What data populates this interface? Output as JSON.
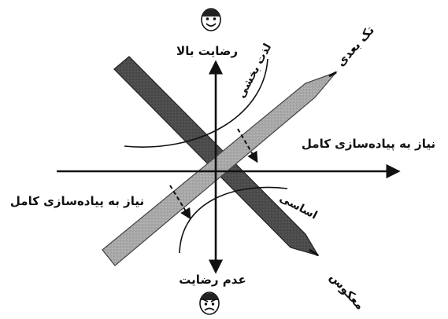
{
  "diagram": {
    "labels": {
      "y_top": "رضایت بالا",
      "y_bottom": "عدم رضایت",
      "x_right": "نیاز به پیاده‌سازی کامل",
      "x_left": "نیاز به پیاده‌سازی کامل",
      "one_dimensional": "تک بعدی",
      "reverse": "معکوس",
      "attractive": "لذت بخشی",
      "must_be": "اساسی"
    },
    "icons": {
      "top": "happy-face-icon",
      "bottom": "angry-face-icon"
    },
    "colors": {
      "ink": "#111111",
      "dark_bar": "#4a4a4a",
      "light_bar": "#a6a6a6"
    }
  }
}
